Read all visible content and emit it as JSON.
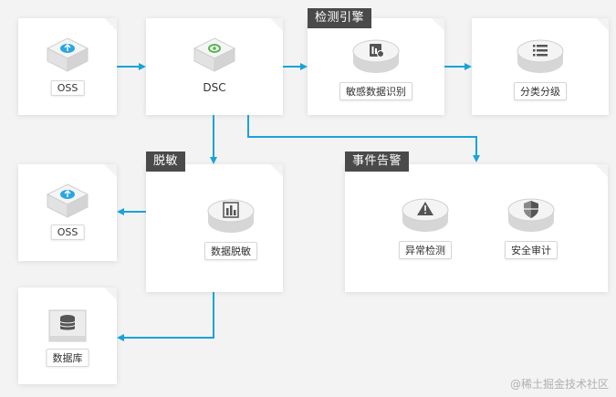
{
  "sections": {
    "detect": "检测引擎",
    "mask": "脱敏",
    "alert": "事件告警"
  },
  "nodes": {
    "oss_top": "OSS",
    "dsc": "DSC",
    "sensitive": "敏感数据识别",
    "classify": "分类分级",
    "oss_mid": "OSS",
    "masking": "数据脱敏",
    "anomaly": "异常检测",
    "audit": "安全审计",
    "database": "数据库"
  },
  "icons": {
    "oss_top": "cloud-upload-icon",
    "dsc": "gear-icon",
    "sensitive": "data-scan-icon",
    "classify": "list-icon",
    "oss_mid": "cloud-upload-icon",
    "masking": "bar-chart-icon",
    "anomaly": "warning-icon",
    "audit": "shield-icon",
    "database": "database-icon"
  },
  "colors": {
    "arrow": "#1aa3d6",
    "label_bg": "#4a4a4a",
    "oss_accent": "#2aa6e0",
    "dsc_accent": "#55b54f"
  },
  "watermark": "@稀土掘金技术社区"
}
